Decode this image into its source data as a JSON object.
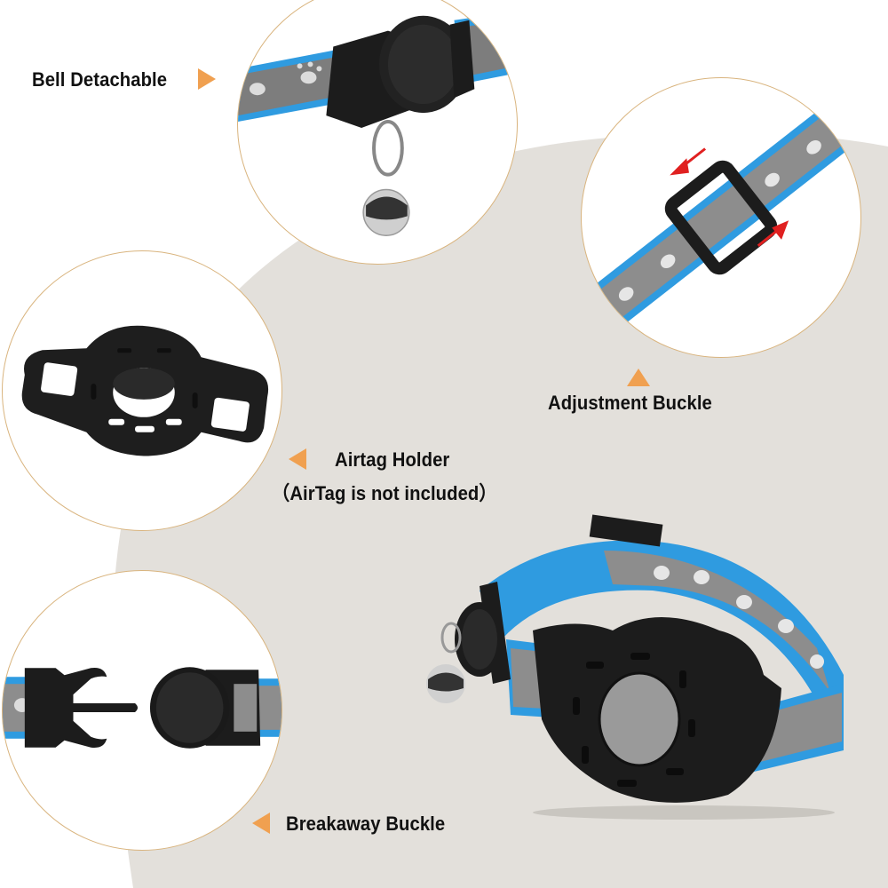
{
  "colors": {
    "background": "#ffffff",
    "blob": "#e3e0db",
    "circle_border": "#d9b47e",
    "arrow_accent": "#f0a050",
    "strap_blue": "#2f9be0",
    "strap_gray": "#8d8d8d",
    "plastic_black": "#1c1c1c",
    "red_arrow": "#e02020"
  },
  "features": [
    {
      "id": "bell",
      "label": "Bell Detachable",
      "pointer": "right"
    },
    {
      "id": "adjustment",
      "label": "Adjustment Buckle",
      "pointer": "up"
    },
    {
      "id": "airtag",
      "label": "Airtag Holder",
      "sublabel": "（AirTag is not included）",
      "pointer": "left"
    },
    {
      "id": "breakaway",
      "label": "Breakaway Buckle",
      "pointer": "left"
    }
  ],
  "images": {
    "bell_circle": "bell-closeup",
    "adjust_circle": "adjustment-buckle-closeup",
    "airtag_circle": "airtag-holder-closeup",
    "breakaway_circle": "breakaway-buckle-closeup",
    "product": "collar-with-airtag-holder"
  }
}
